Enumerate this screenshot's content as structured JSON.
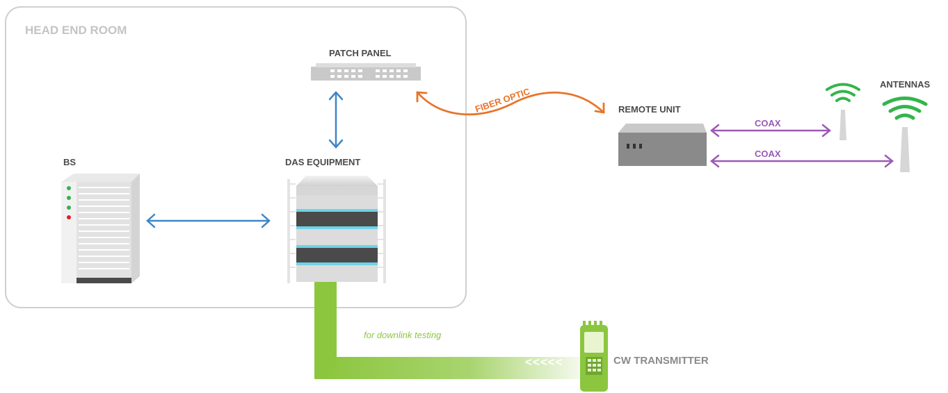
{
  "labels": {
    "head_end_room": "HEAD END ROOM",
    "patch_panel": "PATCH PANEL",
    "bs": "BS",
    "das_equipment": "DAS EQUIPMENT",
    "fiber_optic": "FIBER OPTIC",
    "remote_unit": "REMOTE UNIT",
    "antennas": "ANTENNAS",
    "coax_1": "COAX",
    "coax_2": "COAX",
    "downlink_note": "for downlink testing",
    "cw_transmitter": "CW TRANSMITTER",
    "chevrons": "<<<<<"
  },
  "colors": {
    "room_border": "#cfcfcf",
    "room_label": "#c4c4c4",
    "device_label": "#4a4a4a",
    "blue_arrow": "#3d86c6",
    "fiber": "#e8742a",
    "coax": "#9b59b6",
    "green": "#8cc63f",
    "antenna_green": "#33b54a",
    "cyan": "#6ed3e8",
    "dark_gray": "#555555",
    "mid_gray": "#8a8a8a",
    "light_gray": "#e6e6e6"
  }
}
